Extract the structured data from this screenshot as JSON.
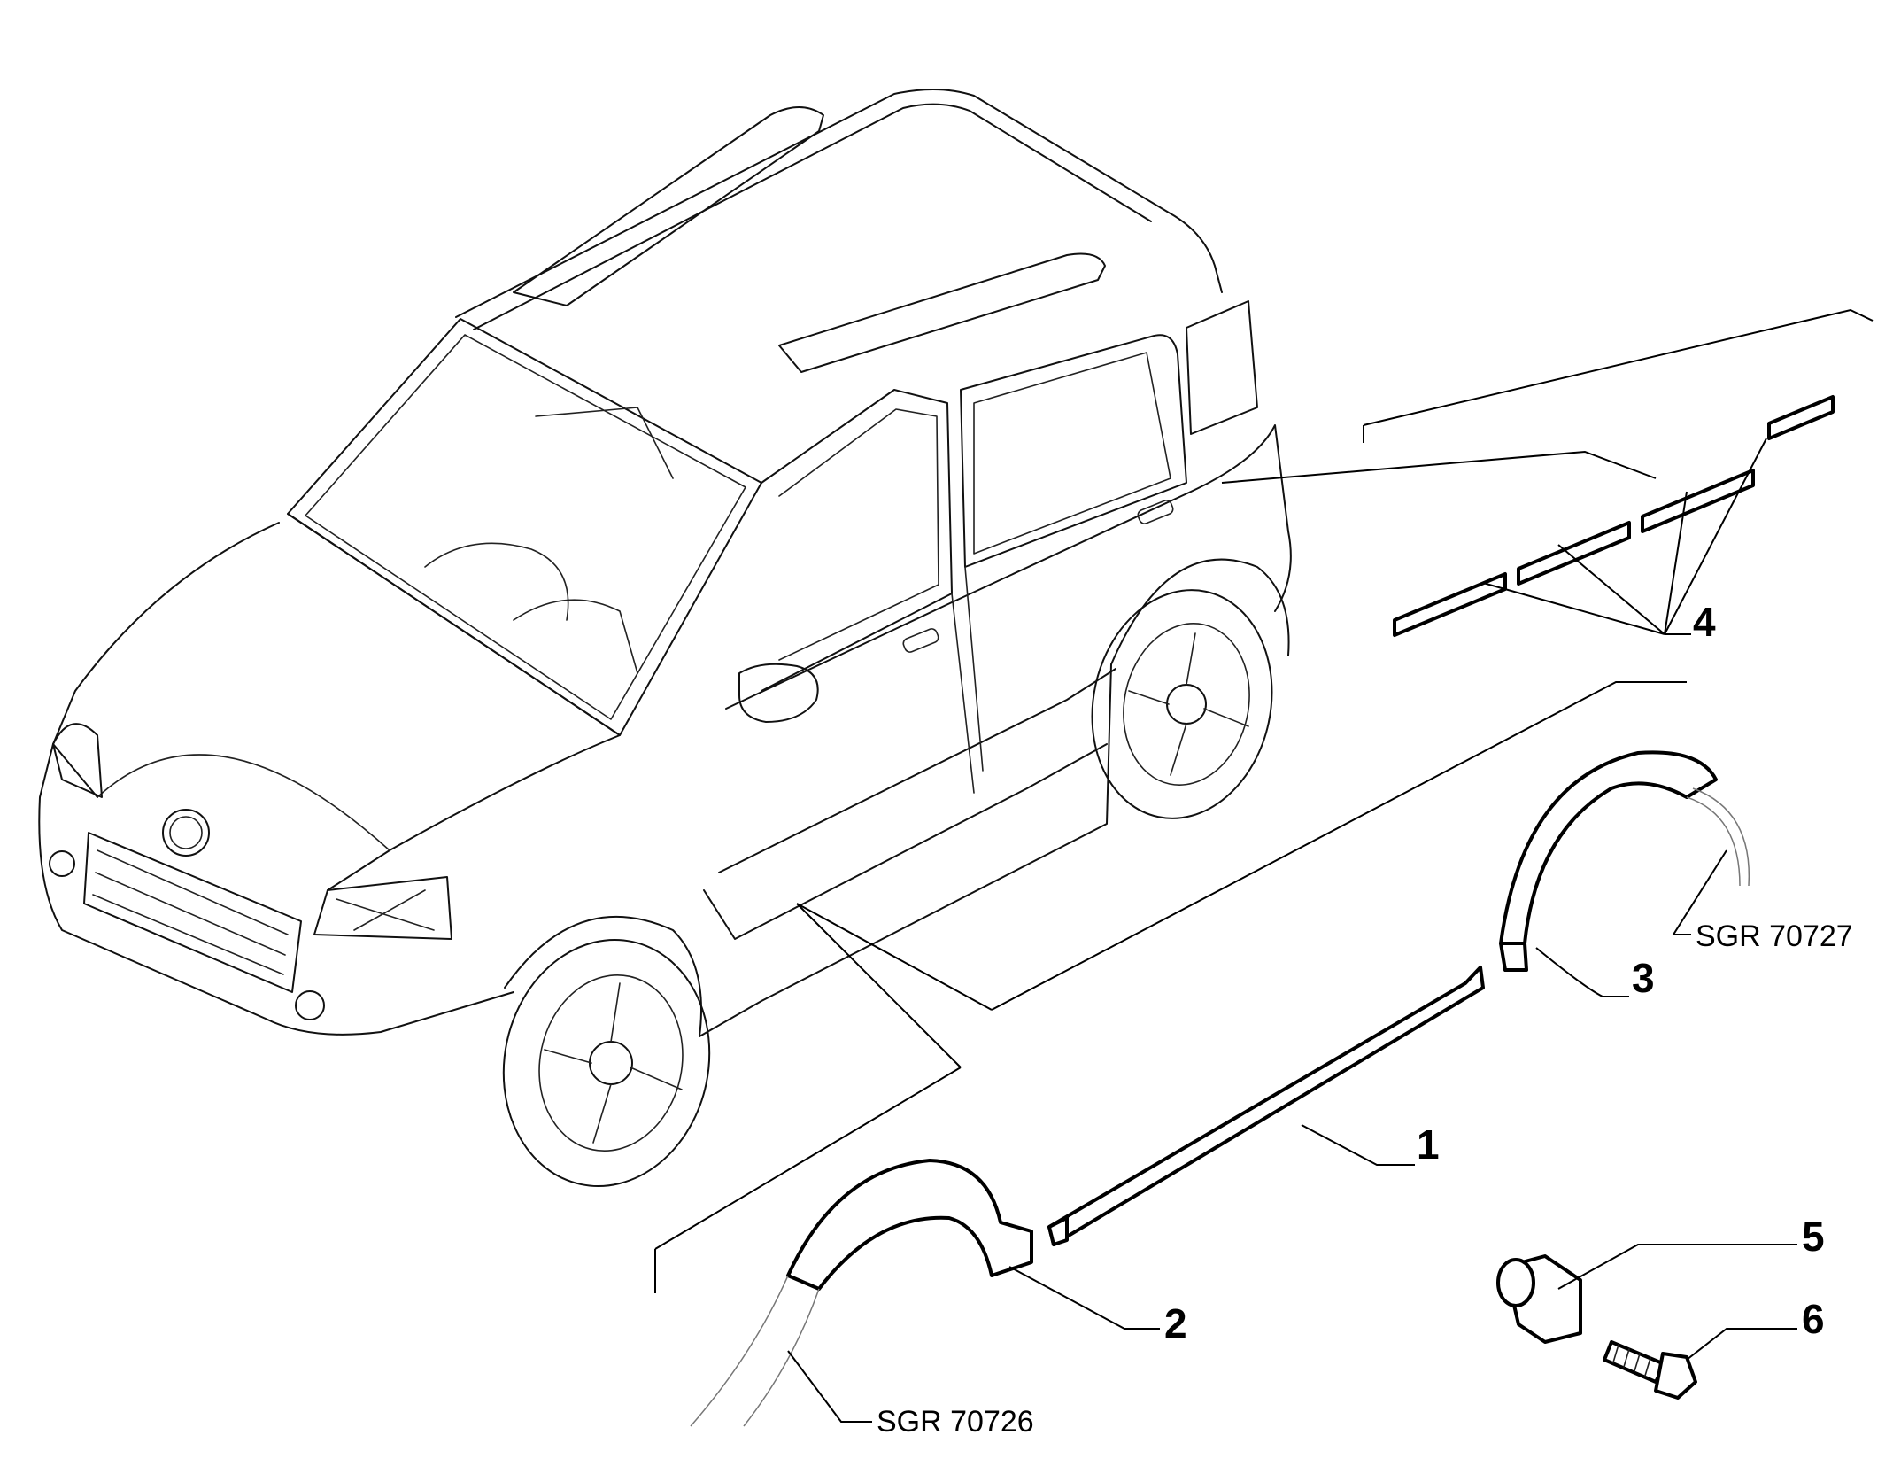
{
  "callouts": [
    {
      "label": "1"
    },
    {
      "label": "2"
    },
    {
      "label": "3"
    },
    {
      "label": "4"
    },
    {
      "label": "5"
    },
    {
      "label": "6"
    }
  ],
  "references": [
    {
      "label": "SGR 70727"
    },
    {
      "label": "SGR 70726"
    }
  ]
}
